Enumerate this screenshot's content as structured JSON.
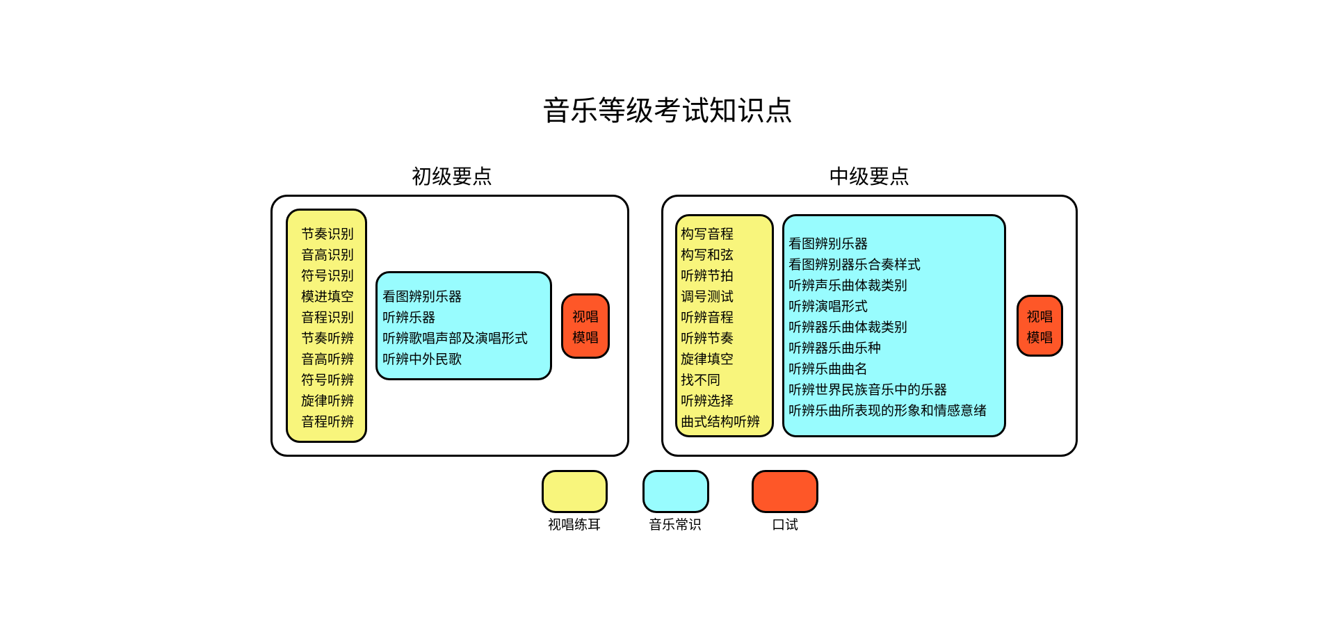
{
  "title": "音乐等级考试知识点",
  "sections": {
    "primary": {
      "title": "初级要点",
      "yellow_items": [
        "节奏识别",
        "音高识别",
        "符号识别",
        "模进填空",
        "音程识别",
        "节奏听辨",
        "音高听辨",
        "符号听辨",
        "旋律听辨",
        "音程听辨"
      ],
      "cyan_items": [
        "看图辨别乐器",
        "听辨乐器",
        "听辨歌唱声部及演唱形式",
        "听辨中外民歌"
      ],
      "red_items": [
        "视唱",
        "模唱"
      ]
    },
    "intermediate": {
      "title": "中级要点",
      "yellow_items": [
        "构写音程",
        "构写和弦",
        "听辨节拍",
        "调号测试",
        "听辨音程",
        "听辨节奏",
        "旋律填空",
        "找不同",
        "听辨选择",
        "曲式结构听辨"
      ],
      "cyan_items": [
        "看图辨别乐器",
        "看图辨别器乐合奏样式",
        "听辨声乐曲体裁类别",
        "听辨演唱形式",
        "听辨器乐曲体裁类别",
        "听辨器乐曲乐种",
        "听辨乐曲曲名",
        "听辨世界民族音乐中的乐器",
        "听辨乐曲所表现的形象和情感意绪"
      ],
      "red_items": [
        "视唱",
        "模唱"
      ]
    }
  },
  "legend": [
    {
      "label": "视唱练耳",
      "color": "#F8F57C"
    },
    {
      "label": "音乐常识",
      "color": "#98FCFE"
    },
    {
      "label": "口试",
      "color": "#FE5728"
    }
  ]
}
